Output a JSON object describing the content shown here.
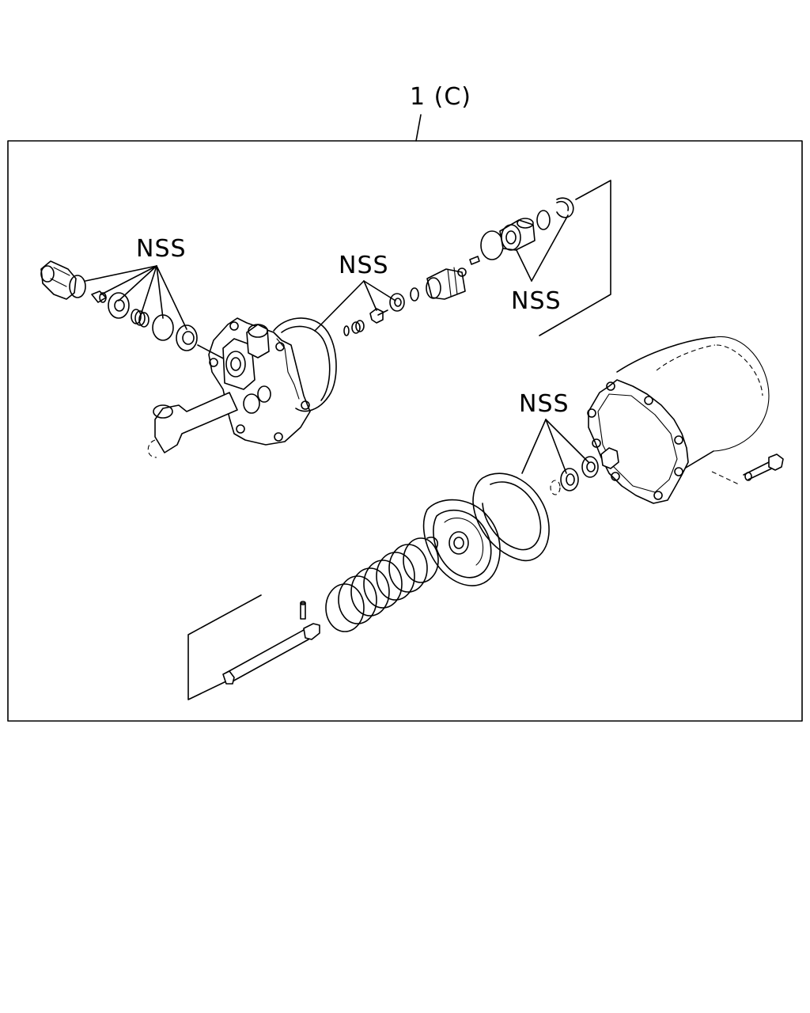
{
  "assembly_label": "1 (C)",
  "labels": {
    "nss_left": "NSS",
    "nss_center": "NSS",
    "nss_right": "NSS",
    "nss_lower": "NSS"
  },
  "colors": {
    "line": "#000000",
    "background": "#ffffff"
  }
}
